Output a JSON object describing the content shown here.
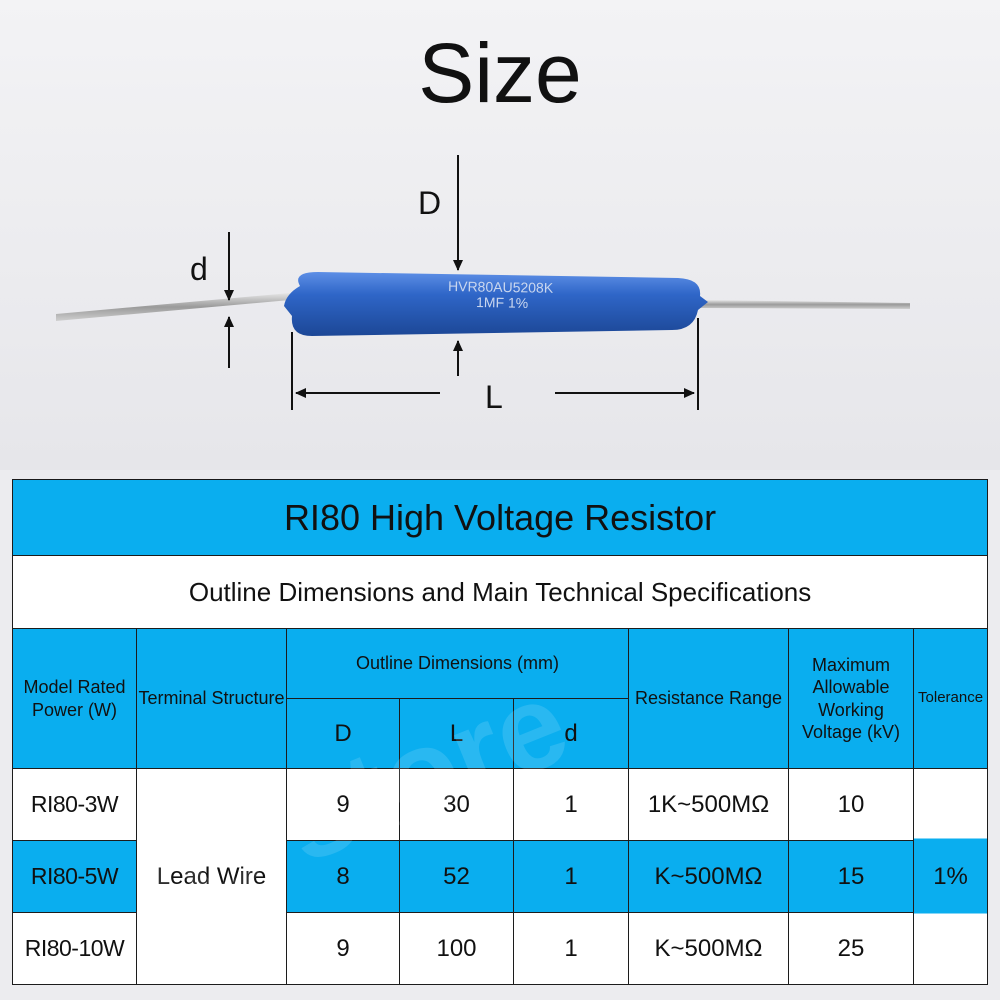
{
  "page": {
    "title": "Size"
  },
  "diagram": {
    "label_D": "D",
    "label_d": "d",
    "label_L": "L",
    "resistor_print_line1": "HVR80AU5208K",
    "resistor_print_line2": "1MF 1%",
    "colors": {
      "body": "#2f66c8",
      "lead": "#bdbdbd"
    }
  },
  "table": {
    "title": "RI80 High Voltage Resistor",
    "subtitle": "Outline Dimensions and Main Technical Specifications",
    "headers": {
      "model": "Model Rated Power (W)",
      "terminal": "Terminal Structure",
      "outline": "Outline Dimensions (mm)",
      "D": "D",
      "L": "L",
      "d": "d",
      "resistance": "Resistance Range",
      "voltage": "Maximum Allowable Working Voltage (kV)",
      "tolerance": "Tolerance"
    },
    "terminal_value": "Lead Wire",
    "tolerance_value": "1%",
    "rows": [
      {
        "model": "RI80-3W",
        "D": "9",
        "L": "30",
        "d": "1",
        "resistance": "1K~500MΩ",
        "voltage": "10"
      },
      {
        "model": "RI80-5W",
        "D": "8",
        "L": "52",
        "d": "1",
        "resistance": "K~500MΩ",
        "voltage": "15"
      },
      {
        "model": "RI80-10W",
        "D": "9",
        "L": "100",
        "d": "1",
        "resistance": "K~500MΩ",
        "voltage": "25"
      }
    ],
    "colors": {
      "header_blue": "#0aaeef",
      "row_white": "#ffffff",
      "border": "#1c1c1c"
    }
  },
  "watermark": "IC store"
}
